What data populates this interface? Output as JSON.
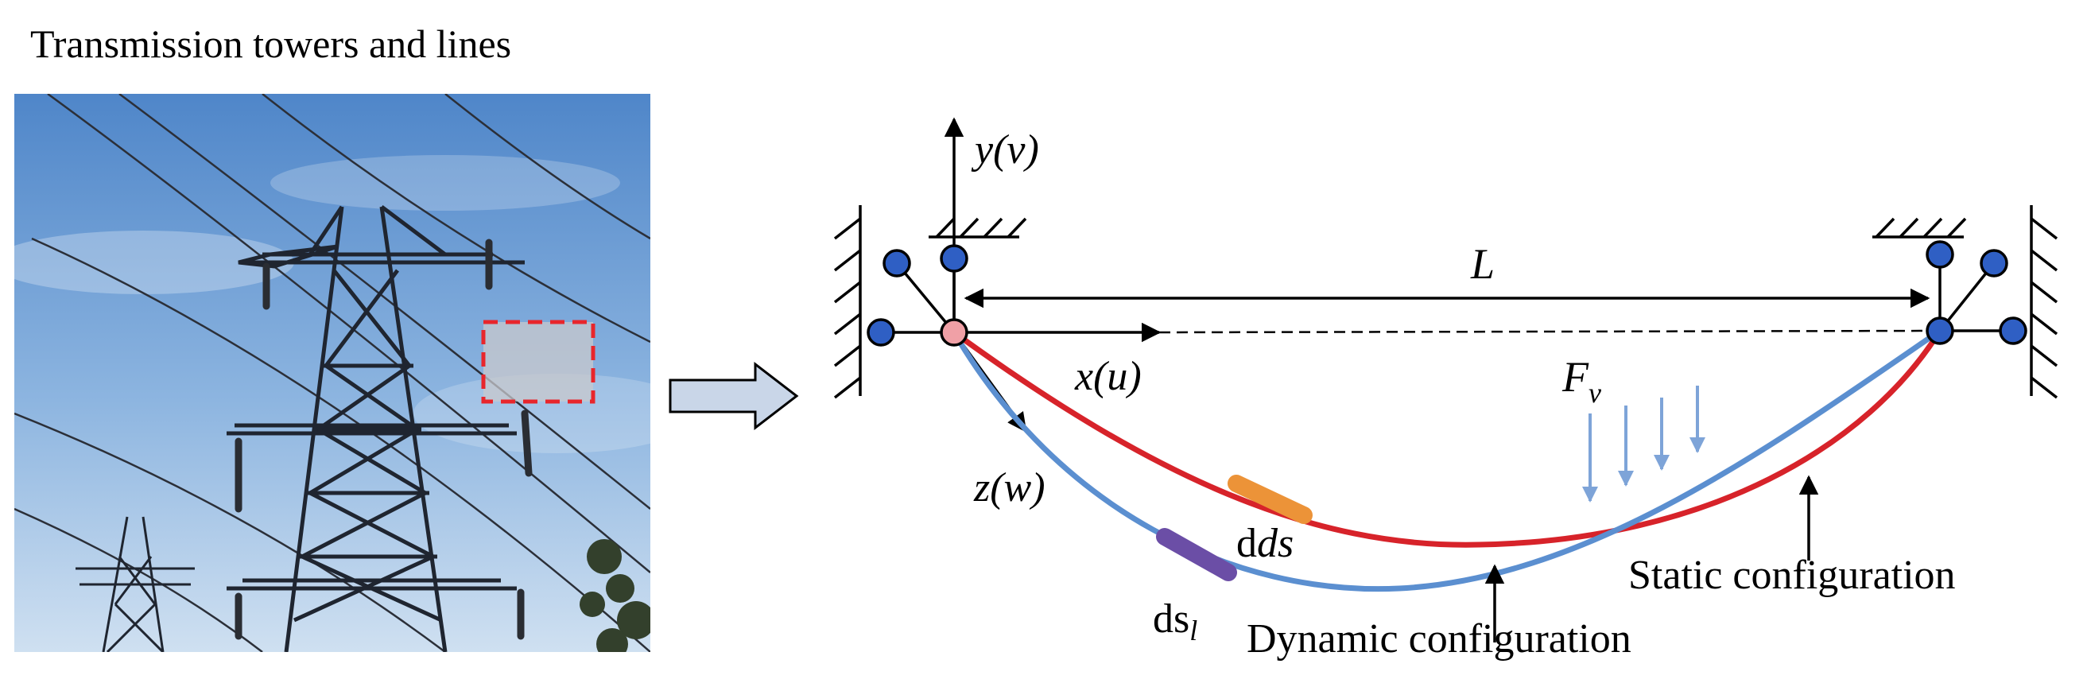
{
  "photo": {
    "caption": "Transmission towers and lines",
    "sky_top": "#4f86c9",
    "sky_bottom": "#cfe0f1",
    "highlight_color": "#e8262c"
  },
  "diagram": {
    "axis_y_label": "y(v)",
    "axis_x_label": "x(u)",
    "axis_z_label": "z(w)",
    "span_label": "L",
    "force_label": "F",
    "force_subscript": "v",
    "element_static_label": "ds",
    "element_dynamic_label": "ds",
    "element_dynamic_subscript": "l",
    "static_label": "Static configuration",
    "dynamic_label": "Dynamic configuration",
    "colors": {
      "static_curve": "#d7232a",
      "dynamic_curve": "#5b8fd0",
      "joint_fill": "#2f5fc4",
      "origin_joint_fill": "#f0a0a6",
      "element_static": "#ec9338",
      "element_dynamic": "#6b4ea6",
      "force_arrows": "#7ea4d8",
      "arrow_block": "#c9d6e8"
    }
  }
}
